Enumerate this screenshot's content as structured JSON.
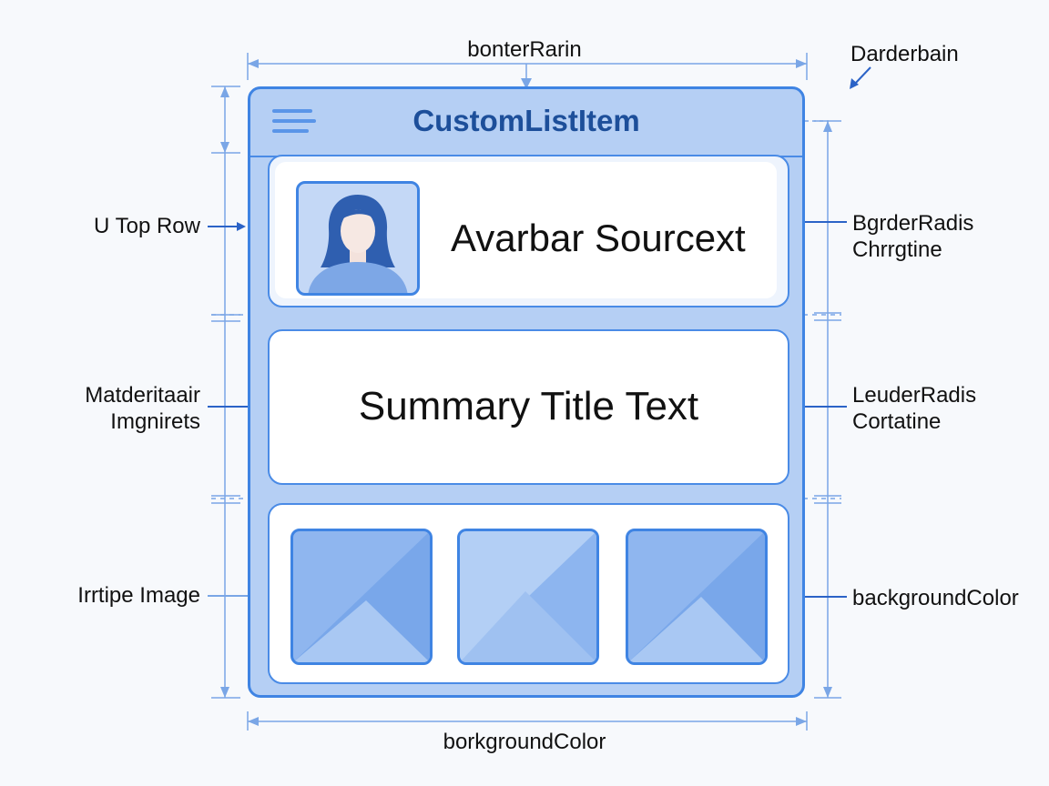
{
  "card": {
    "title": "CustomListItem",
    "avatar_text": "Avarbar Sourcext",
    "summary_title": "Summary Title Text",
    "image_count": 3
  },
  "annotations": {
    "top": "bonterRarin",
    "top_right": "Darderbain",
    "left_top_row": "U Top Row",
    "left_middle": [
      "Matderitaair",
      "Imgnirets"
    ],
    "left_bottom": "Irrtipe Image",
    "right_top": [
      "BgrderRadis",
      "Chrrgtine"
    ],
    "right_middle": [
      "LeuderRadis",
      "Cortatine"
    ],
    "right_bottom": "backgroundColor",
    "bottom": "borkgroundColor"
  },
  "colors": {
    "accent": "#3f84e3",
    "card_fill": "#b5cff4",
    "guide": "#7aa6e6",
    "title_text": "#1d4f9a"
  }
}
